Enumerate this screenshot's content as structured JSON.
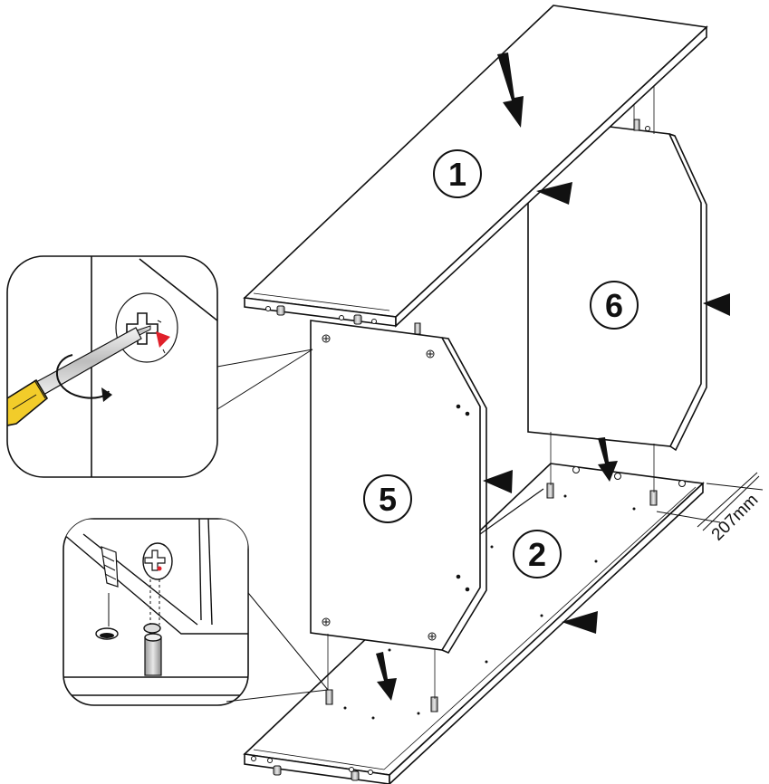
{
  "parts": [
    {
      "id": "part-1",
      "label": "1"
    },
    {
      "id": "part-2",
      "label": "2"
    },
    {
      "id": "part-5",
      "label": "5"
    },
    {
      "id": "part-6",
      "label": "6"
    }
  ],
  "dimension": {
    "value": "207",
    "unit": "mm",
    "text": "207mm"
  },
  "callouts": [
    {
      "id": "screwdriver-detail",
      "icon": "screwdriver-icon"
    },
    {
      "id": "cam-screw-detail",
      "icon": "cam-screw-icon"
    }
  ],
  "colors": {
    "line": "#111111",
    "panel": "#ffffff",
    "screwdriver_handle": "#f2cc2a",
    "indicator": "#e0202a"
  }
}
